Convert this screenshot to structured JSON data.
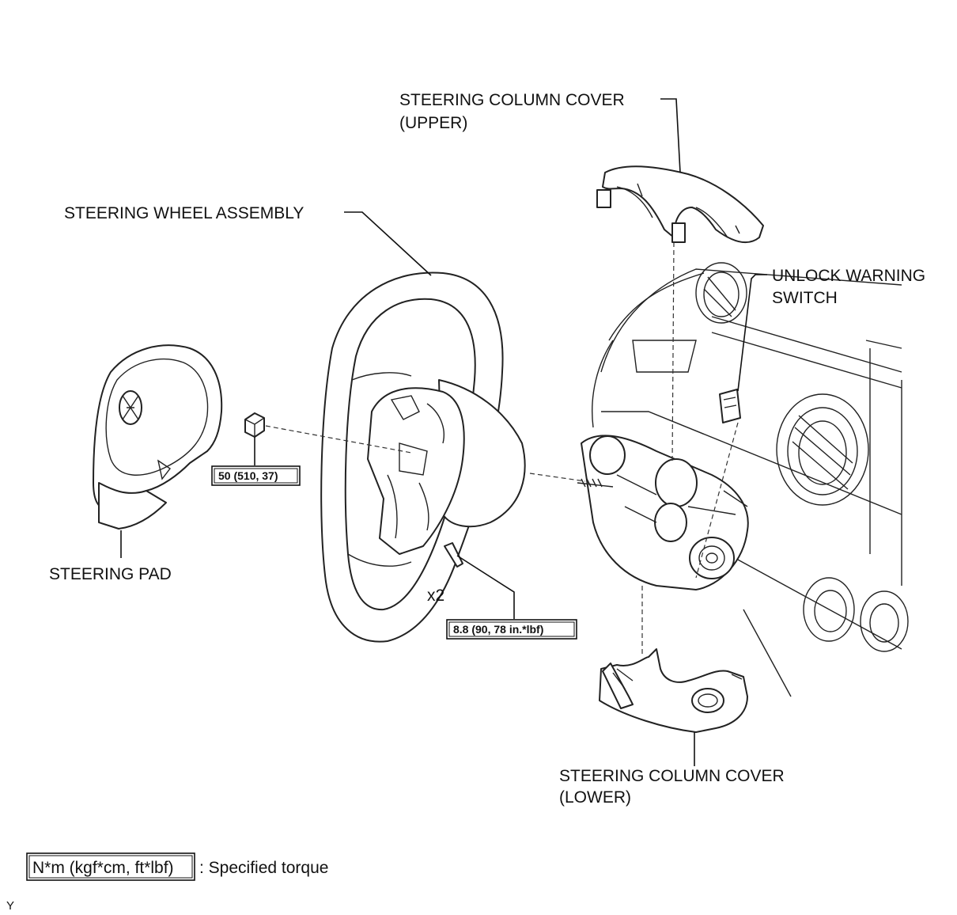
{
  "labels": {
    "column_cover_upper": [
      "STEERING COLUMN COVER",
      "(UPPER)"
    ],
    "steering_wheel": "STEERING WHEEL ASSEMBLY",
    "unlock_switch": [
      "UNLOCK WARNING",
      "SWITCH"
    ],
    "steering_pad": "STEERING PAD",
    "column_cover_lower": [
      "STEERING COLUMN COVER",
      "(LOWER)"
    ],
    "bolt_quantity": "x2"
  },
  "torques": {
    "nut": "50 (510, 37)",
    "bolt": "8.8 (90, 78 in.*lbf)"
  },
  "legend": {
    "box_text": "N*m (kgf*cm, ft*lbf)",
    "description": ": Specified torque"
  },
  "figure_id": "Y"
}
